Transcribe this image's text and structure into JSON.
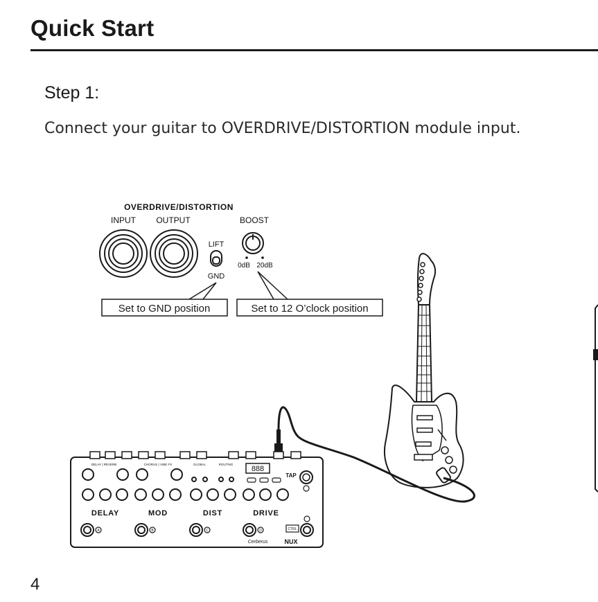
{
  "page": {
    "title": "Quick Start",
    "step_heading": "Step 1:",
    "step_text": "Connect your guitar to OVERDRIVE/DISTORTION module input.",
    "page_number": "4"
  },
  "panel": {
    "module_title": "OVERDRIVE/DISTORTION",
    "input_label": "INPUT",
    "output_label": "OUTPUT",
    "boost_label": "BOOST",
    "lift_label": "LIFT",
    "gnd_label": "GND",
    "boost_left_label": "0dB",
    "boost_right_label": "20dB"
  },
  "callouts": {
    "gnd": "Set to GND position",
    "boost": "Set to 12 O’clock position"
  },
  "pedal": {
    "sections": [
      "DELAY",
      "MOD",
      "DIST",
      "DRIVE"
    ],
    "footswitches": [
      "A",
      "B",
      "C",
      "D"
    ],
    "tap_label": "TAP",
    "ctrl_label": "CTRL",
    "display": "888",
    "top_labels": [
      "DELAY | REVERB",
      "CHORUS | VIBE FX",
      "GLOBAL",
      "ROUTING"
    ],
    "brand": "Cerberus",
    "logo": "NUX"
  }
}
